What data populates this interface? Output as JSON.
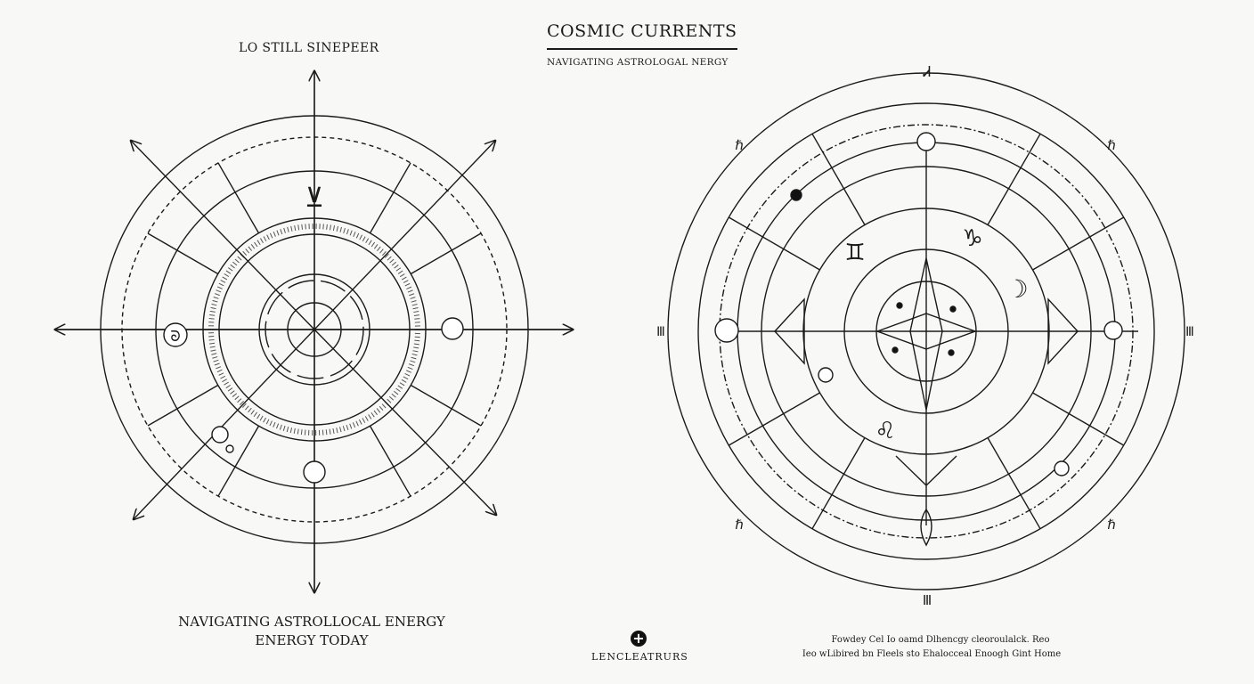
{
  "header": {
    "title": "COSMIC CURRENTS",
    "subtitle": "NAVIGATING ASTROLOGAL NERGY"
  },
  "left_wheel": {
    "title": "LO STILL SINEPEER",
    "caption_line1": "NAVIGATING ASTROLLOCAL ENERGY",
    "caption_line2": "ENERGY TODAY",
    "glyphs": {
      "top": "⊻",
      "left": "ᘐ"
    }
  },
  "right_wheel": {
    "glyphs": {
      "top": "Ꮧ",
      "top_left": "ℏ",
      "top_right": "ℏ",
      "left": "Ⅲ",
      "right": "Ⅲ",
      "bottom": "Ⅲ",
      "bottom_left": "ℏ",
      "bottom_right": "ℏ",
      "gemini": "♊",
      "capricorn": "♑",
      "moon": "☽",
      "leo": "♌"
    }
  },
  "footer": {
    "icon": "plus-circle-icon",
    "plus_symbol": "+",
    "legend_label": "LENCLEATRURS",
    "note_line1": "Fowdey Cel Io oamd Dlhencgy cleoroulalck. Reo",
    "note_line2": "Ieo wLibired bn Fleels sto Ehalocceal Enoogh Gint Home"
  }
}
